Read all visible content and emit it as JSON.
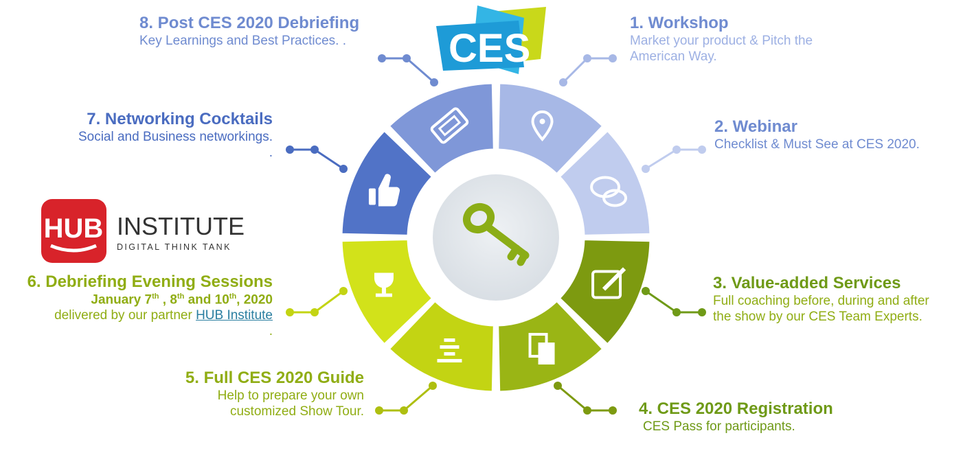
{
  "center_icon": "key-icon",
  "logos": {
    "ces": {
      "text": "CES",
      "colors": [
        "#1e9bd7",
        "#33b5e5",
        "#c9d81a"
      ]
    },
    "hub": {
      "badge": "HUB",
      "name": "INSTITUTE",
      "tagline": "DIGITAL THINK TANK",
      "color": "#d8232a"
    }
  },
  "steps": [
    {
      "id": "s1",
      "title": "1. Workshop",
      "desc_lines": [
        "Market your product & Pitch the",
        "American Way."
      ],
      "icon": "map-pin-icon"
    },
    {
      "id": "s2",
      "title": "2. Webinar",
      "desc_lines": [
        "Checklist & Must See at CES 2020."
      ],
      "icon": "chat-bubbles-icon"
    },
    {
      "id": "s3",
      "title": "3. Value-added Services",
      "desc_lines": [
        "Full coaching before, during and after",
        "the show by our CES Team Experts."
      ],
      "icon": "edit-icon"
    },
    {
      "id": "s4",
      "title": "4. CES 2020 Registration",
      "desc_lines": [
        "CES Pass for participants."
      ],
      "icon": "documents-icon"
    },
    {
      "id": "s5",
      "title": "5. Full CES 2020 Guide",
      "desc_lines": [
        "Help to prepare your own",
        "customized Show Tour."
      ],
      "icon": "stack-icon"
    },
    {
      "id": "s6",
      "title": "6. Debriefing Evening Sessions",
      "date_parts": [
        "January 7",
        "th",
        " , 8",
        "th",
        "  and 10",
        "th",
        ", 2020"
      ],
      "partner_prefix": "delivered by our partner ",
      "partner_link": "HUB Institute",
      "trailing": ".",
      "icon": "trophy-icon"
    },
    {
      "id": "s7",
      "title": "7. Networking Cocktails",
      "desc_lines": [
        "Social and Business networkings.",
        "."
      ],
      "icon": "thumbs-up-icon"
    },
    {
      "id": "s8",
      "title": "8. Post CES 2020 Debriefing",
      "desc_lines": [
        "Key Learnings and Best Practices. ."
      ],
      "icon": "ticket-icon"
    }
  ]
}
